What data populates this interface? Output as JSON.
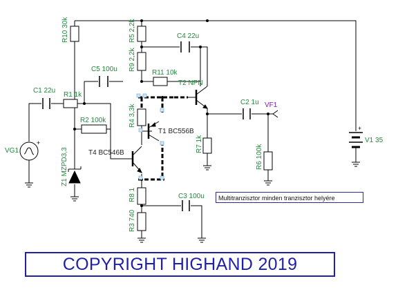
{
  "components": {
    "r10": "R10 30k",
    "r5": "R5 2,2k",
    "r9": "R9 2,2k",
    "c4": "C4 22u",
    "c5": "C5 100u",
    "r11": "R11 10k",
    "t2": "T2 NPN",
    "c1": "C1 22u",
    "r1": "R1 1k",
    "c2": "C2 1u",
    "vf1": "VF1",
    "r4": "R4 3,3k",
    "t1": "T1 BC556B",
    "r2": "R2 100k",
    "vg1": "VG1",
    "t4": "T4 BC546B",
    "r7": "R7 1k",
    "r6": "R6 100k",
    "v1": "V1 35",
    "z1": "Z1 MZPD3,3",
    "r8": "R8 1",
    "c3": "C3 100u",
    "r3": "R3 740"
  },
  "note": "Multitranzisztor minden tranzisztor helyére",
  "copyright": "COPYRIGHT HIGHAND 2019",
  "colors": {
    "label_green": "#1f8a3a",
    "label_dark": "#222222",
    "probe_purple": "#7a1fa2",
    "copyright_blue": "#1f1fa8"
  }
}
